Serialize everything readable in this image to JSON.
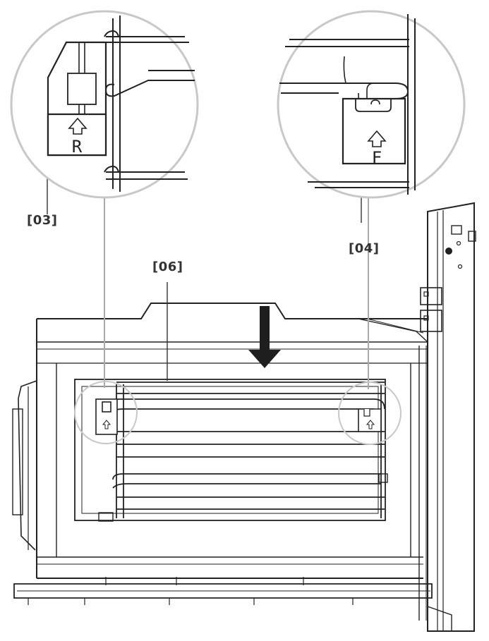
{
  "callouts": {
    "rear_support": "[03]",
    "front_support": "[04]",
    "rail": "[06]"
  },
  "markings": {
    "rear": "R",
    "front": "F"
  },
  "icons": {
    "push_direction": "down-arrow-icon",
    "marking_direction": "up-arrow-outline-icon"
  },
  "colors": {
    "line": "#222222",
    "leader": "#aaaaaa",
    "magnifier": "#c8c8c8",
    "arrow": "#1e1e1e"
  }
}
